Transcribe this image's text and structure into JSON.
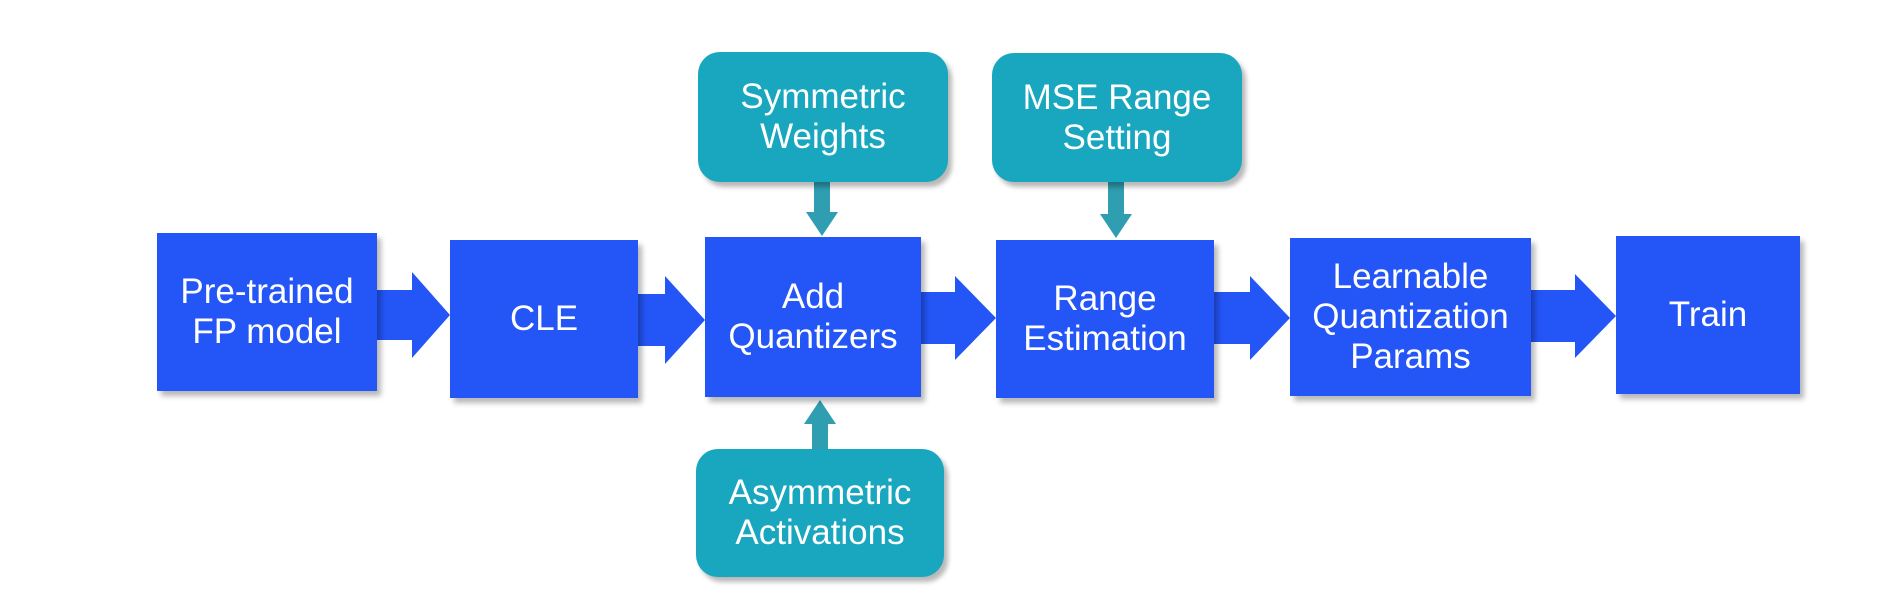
{
  "pipeline": {
    "steps": [
      {
        "id": "pretrained",
        "label": "Pre-trained\nFP model"
      },
      {
        "id": "cle",
        "label": "CLE"
      },
      {
        "id": "add-quantizers",
        "label": "Add\nQuantizers"
      },
      {
        "id": "range-estimation",
        "label": "Range\nEstimation"
      },
      {
        "id": "learnable-params",
        "label": "Learnable\nQuantization\nParams"
      },
      {
        "id": "train",
        "label": "Train"
      }
    ],
    "options": [
      {
        "id": "symmetric-weights",
        "label": "Symmetric\nWeights"
      },
      {
        "id": "mse-range-setting",
        "label": "MSE Range\nSetting"
      },
      {
        "id": "asymmetric-activations",
        "label": "Asymmetric\nActivations"
      }
    ]
  },
  "colors": {
    "step": "#2455f7",
    "option": "#19a6bf",
    "option_arrow": "#2e9eb0",
    "text": "#ffffff"
  }
}
